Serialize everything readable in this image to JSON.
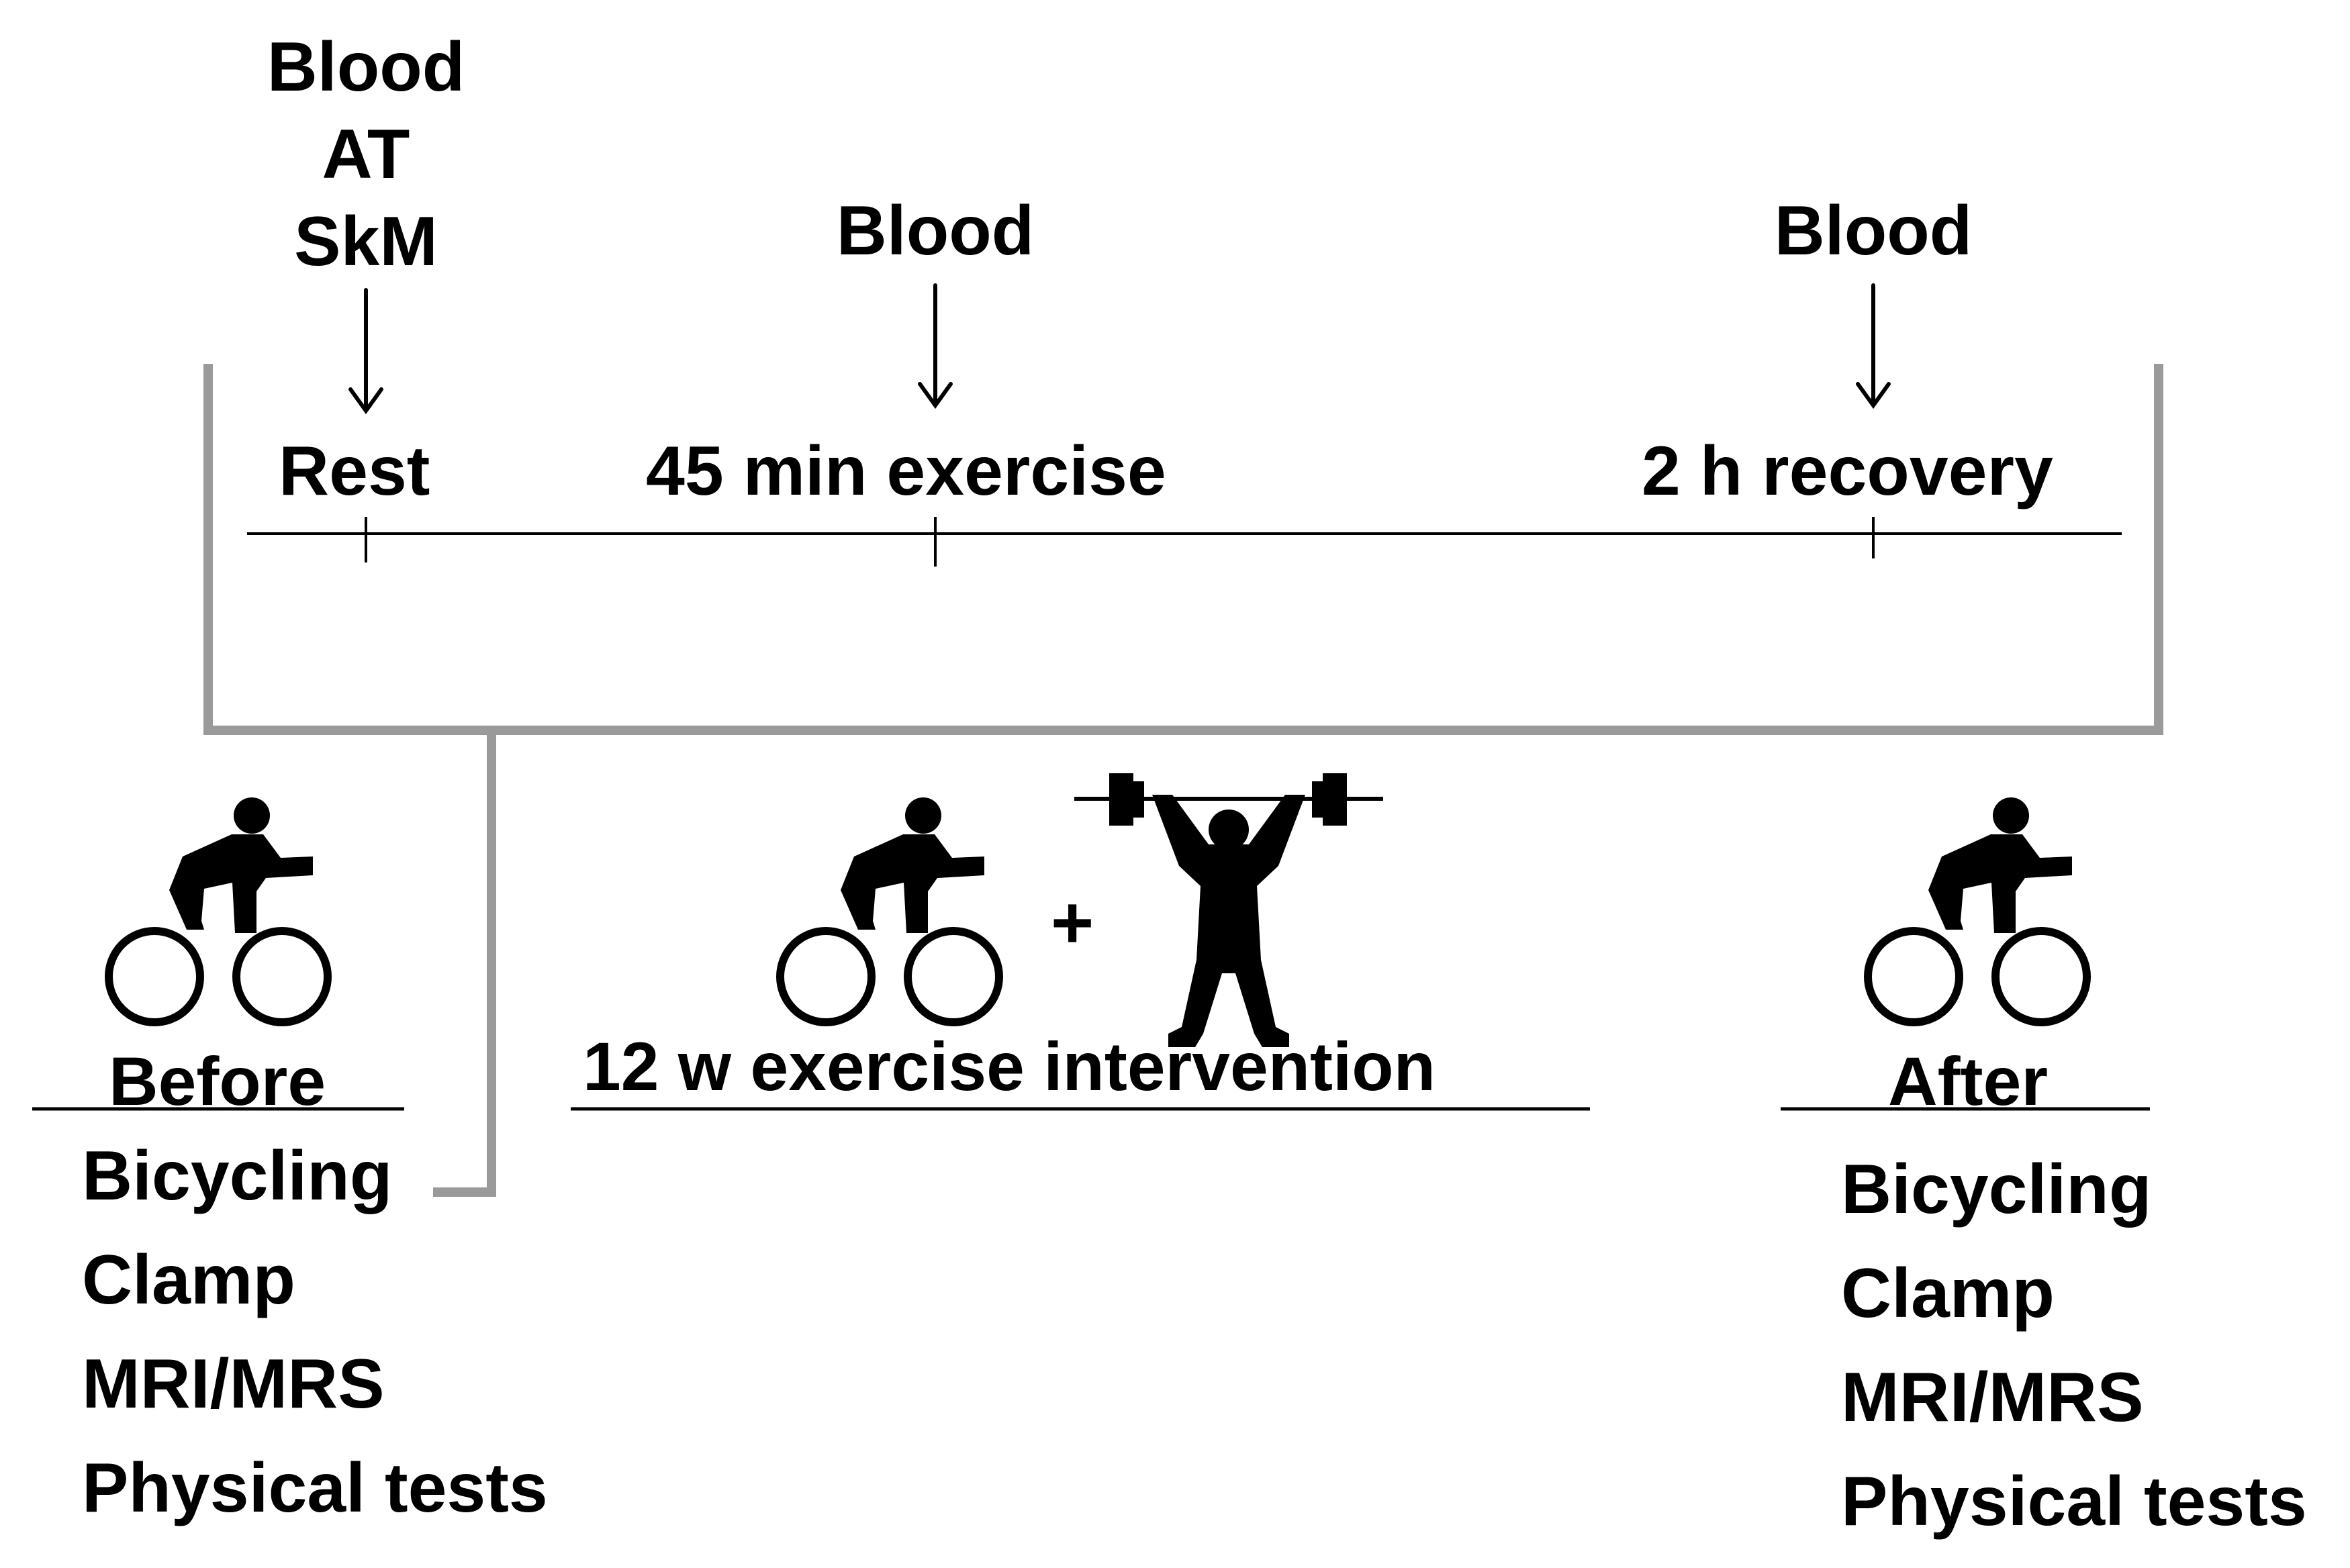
{
  "timeline": {
    "samples": [
      {
        "lines": [
          "Blood",
          "AT",
          "SkM"
        ]
      },
      {
        "lines": [
          "Blood"
        ]
      },
      {
        "lines": [
          "Blood"
        ]
      }
    ],
    "phases": [
      "Rest",
      "45 min exercise",
      "2 h recovery"
    ]
  },
  "before": {
    "label": "Before",
    "tests": [
      "Bicycling",
      "Clamp",
      "MRI/MRS",
      "Physical tests"
    ]
  },
  "intervention": {
    "plus": "+",
    "label": "12 w exercise intervention"
  },
  "after": {
    "label": "After",
    "tests": [
      "Bicycling",
      "Clamp",
      "MRI/MRS",
      "Physical tests"
    ]
  },
  "icons": [
    "cyclist-icon",
    "weightlifter-icon",
    "down-arrow-icon"
  ],
  "colors": {
    "bracket": "#9a9a9a",
    "line": "#000000"
  }
}
